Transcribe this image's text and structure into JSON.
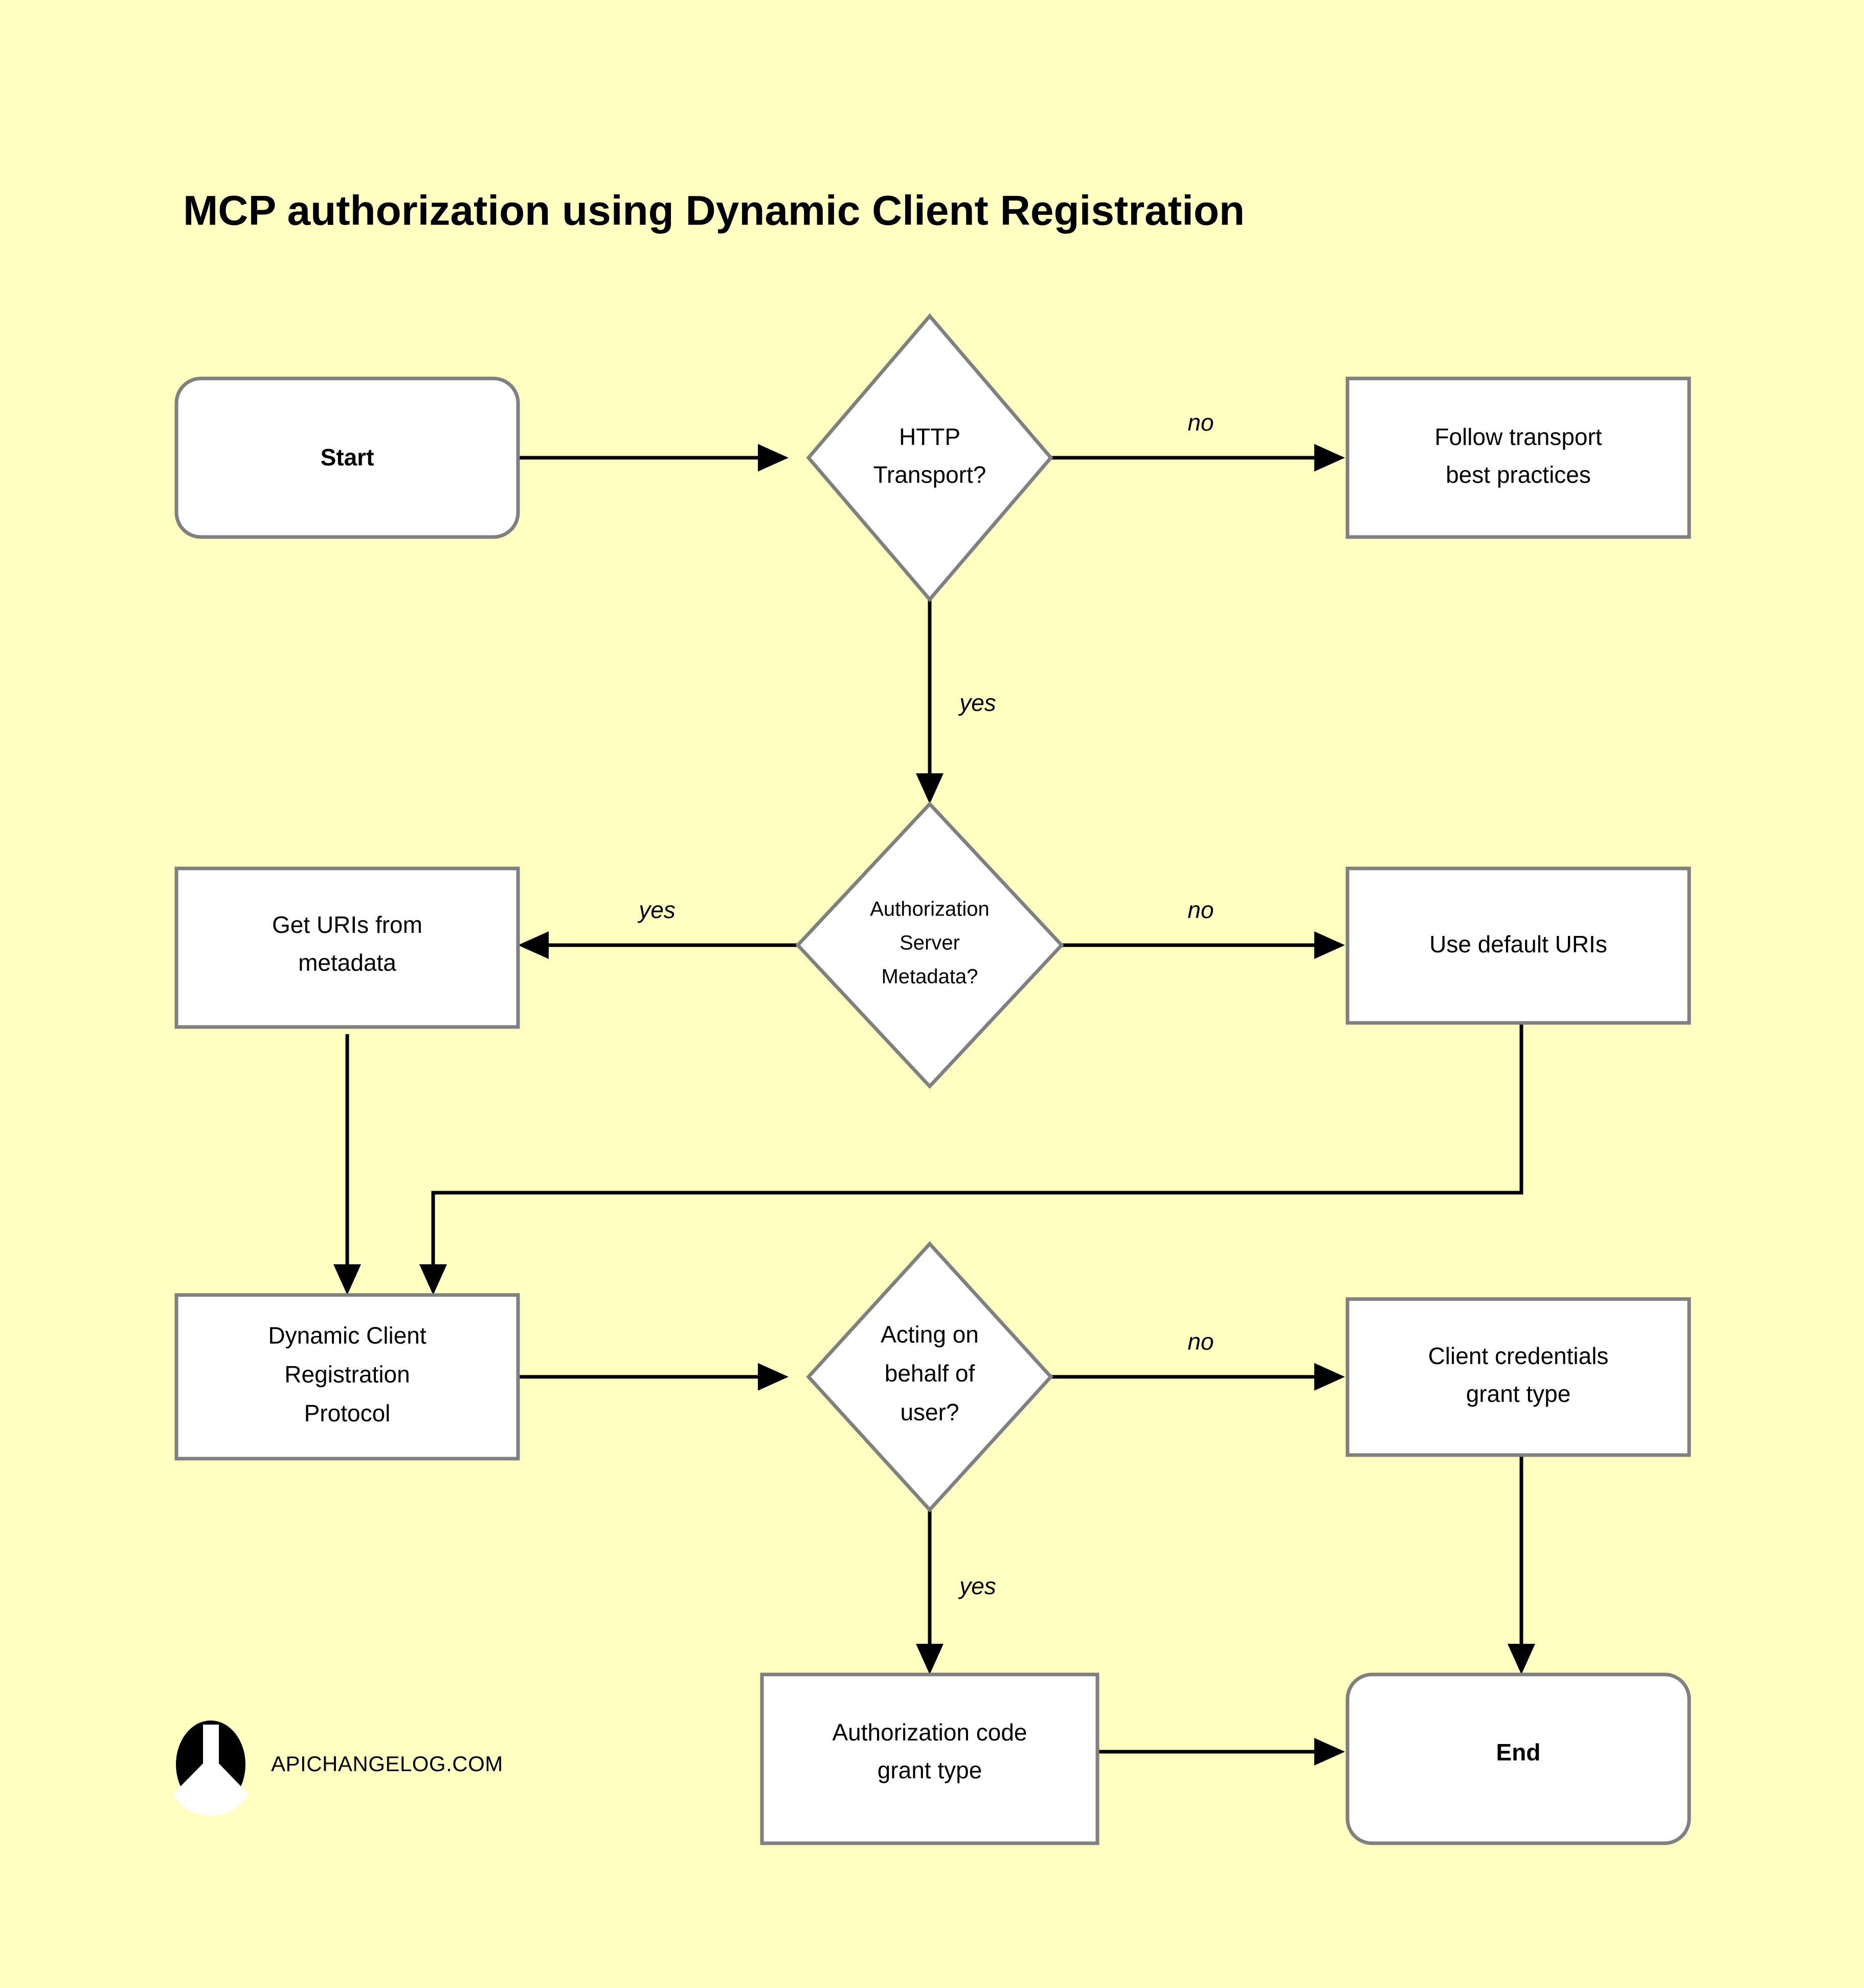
{
  "page": {
    "background_color": "#ffffc2",
    "title": "MCP authorization using Dynamic Client Registration"
  },
  "footer": {
    "logo_name": "apichangelog-logo",
    "brand": "APICHANGELOG.COM"
  },
  "palette": {
    "node_fill": "#ffffff",
    "node_stroke": "#808080",
    "edge_stroke": "#000000",
    "text": "#000000"
  },
  "chart_data": {
    "type": "diagram",
    "subtype": "flowchart",
    "title": "MCP authorization using Dynamic Client Registration",
    "orientation": "left-to-right with top-to-bottom rows",
    "nodes": [
      {
        "id": "start",
        "shape": "rounded-rectangle",
        "label": "Start",
        "lines": [
          "Start"
        ],
        "bold": true,
        "row": 1,
        "column": "left"
      },
      {
        "id": "http",
        "shape": "diamond",
        "label": "HTTP Transport?",
        "lines": [
          "HTTP",
          "Transport?"
        ],
        "bold": false,
        "row": 1,
        "column": "center"
      },
      {
        "id": "transport",
        "shape": "rectangle",
        "label": "Follow transport best practices",
        "lines": [
          "Follow transport",
          "best practices"
        ],
        "bold": false,
        "row": 1,
        "column": "right"
      },
      {
        "id": "metadata",
        "shape": "rectangle",
        "label": "Get URIs from metadata",
        "lines": [
          "Get URIs from",
          "metadata"
        ],
        "bold": false,
        "row": 2,
        "column": "left"
      },
      {
        "id": "asmeta",
        "shape": "diamond",
        "label": "Authorization Server Metadata?",
        "lines": [
          "Authorization",
          "Server",
          "Metadata?"
        ],
        "bold": false,
        "row": 2,
        "column": "center"
      },
      {
        "id": "defaulturis",
        "shape": "rectangle",
        "label": "Use default URIs",
        "lines": [
          "Use default URIs"
        ],
        "bold": false,
        "row": 2,
        "column": "right"
      },
      {
        "id": "dcr",
        "shape": "rectangle",
        "label": "Dynamic Client Registration Protocol",
        "lines": [
          "Dynamic Client",
          "Registration",
          "Protocol"
        ],
        "bold": false,
        "row": 3,
        "column": "left"
      },
      {
        "id": "acting",
        "shape": "diamond",
        "label": "Acting on behalf of user?",
        "lines": [
          "Acting on",
          "behalf of",
          "user?"
        ],
        "bold": false,
        "row": 3,
        "column": "center"
      },
      {
        "id": "clientcreds",
        "shape": "rectangle",
        "label": "Client credentials grant type",
        "lines": [
          "Client credentials",
          "grant type"
        ],
        "bold": false,
        "row": 3,
        "column": "right"
      },
      {
        "id": "authcode",
        "shape": "rectangle",
        "label": "Authorization code grant type",
        "lines": [
          "Authorization code",
          "grant type"
        ],
        "bold": false,
        "row": 4,
        "column": "center"
      },
      {
        "id": "end",
        "shape": "rounded-rectangle",
        "label": "End",
        "lines": [
          "End"
        ],
        "bold": true,
        "row": 4,
        "column": "right"
      }
    ],
    "edges": [
      {
        "from": "start",
        "to": "http",
        "label": "",
        "direction": "right"
      },
      {
        "from": "http",
        "to": "transport",
        "label": "no",
        "direction": "right"
      },
      {
        "from": "http",
        "to": "asmeta",
        "label": "yes",
        "direction": "down"
      },
      {
        "from": "asmeta",
        "to": "metadata",
        "label": "yes",
        "direction": "left"
      },
      {
        "from": "asmeta",
        "to": "defaulturis",
        "label": "no",
        "direction": "right"
      },
      {
        "from": "metadata",
        "to": "dcr",
        "label": "",
        "direction": "down"
      },
      {
        "from": "defaulturis",
        "to": "dcr",
        "label": "",
        "direction": "down-left-down"
      },
      {
        "from": "dcr",
        "to": "acting",
        "label": "",
        "direction": "right"
      },
      {
        "from": "acting",
        "to": "clientcreds",
        "label": "no",
        "direction": "right"
      },
      {
        "from": "acting",
        "to": "authcode",
        "label": "yes",
        "direction": "down"
      },
      {
        "from": "clientcreds",
        "to": "end",
        "label": "",
        "direction": "down"
      },
      {
        "from": "authcode",
        "to": "end",
        "label": "",
        "direction": "right"
      }
    ],
    "edge_labels": {
      "http_no": "no",
      "http_yes": "yes",
      "asmeta_yes": "yes",
      "asmeta_no": "no",
      "acting_no": "no",
      "acting_yes": "yes"
    }
  }
}
